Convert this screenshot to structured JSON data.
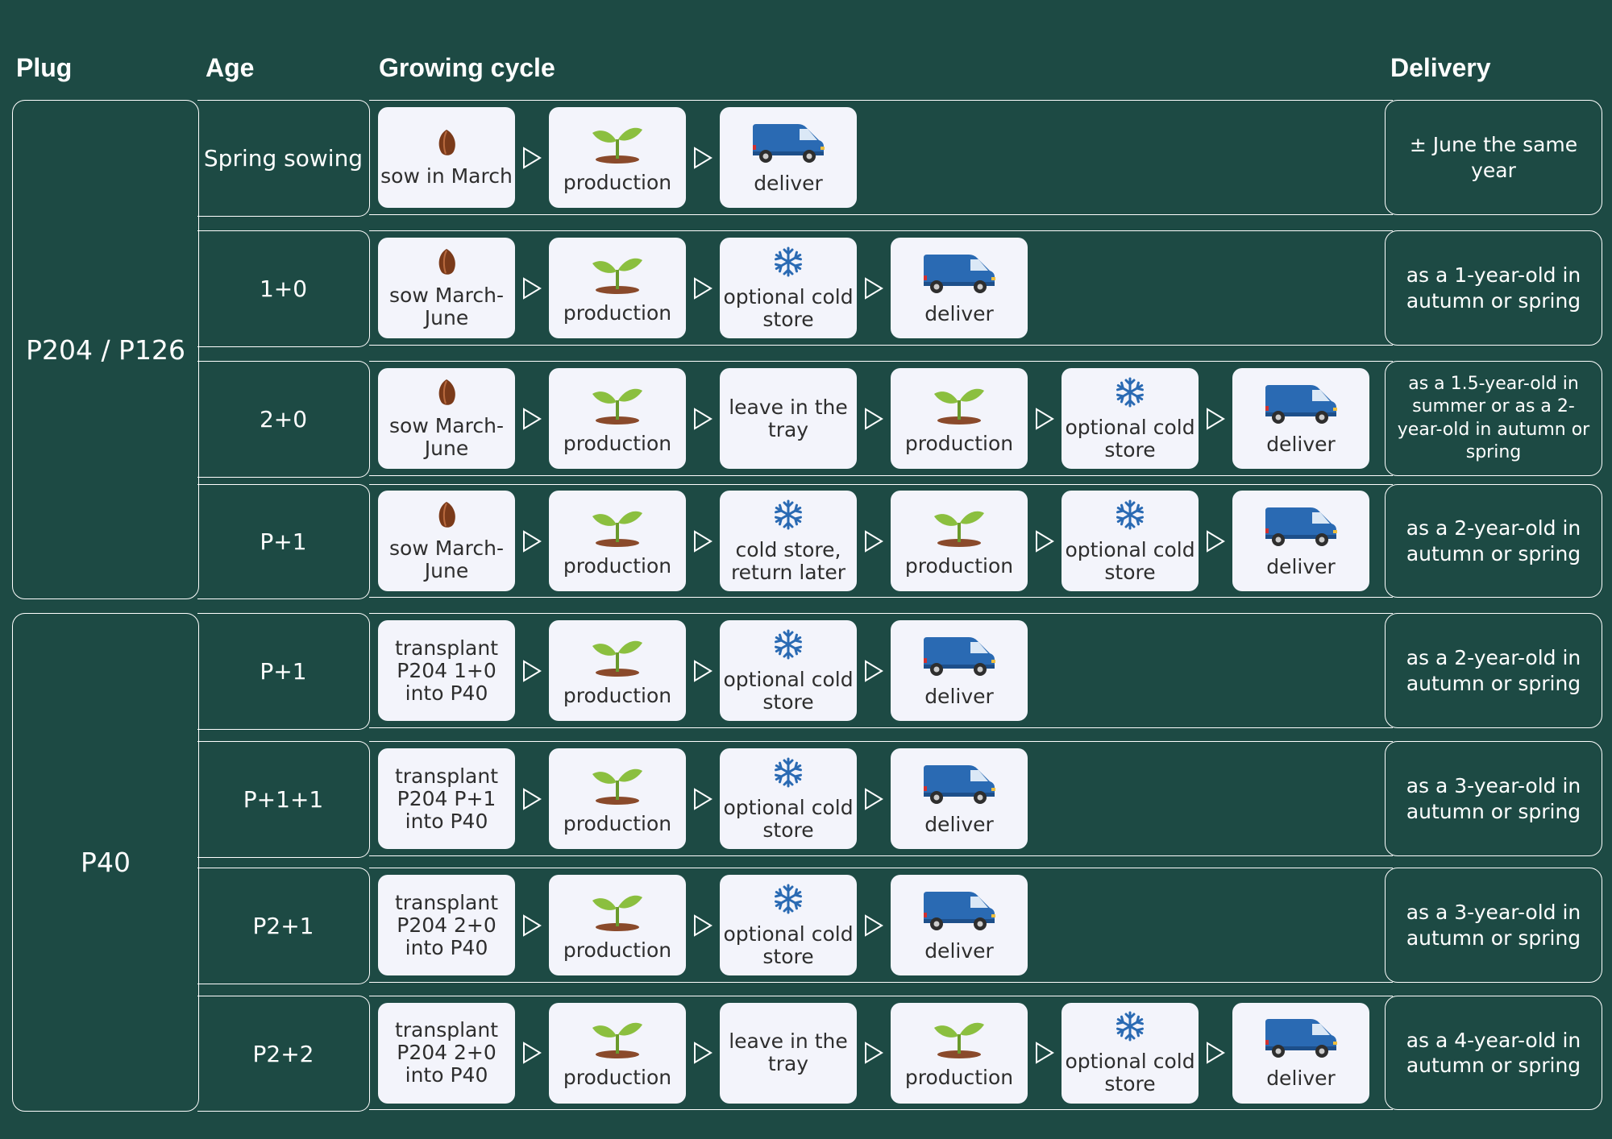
{
  "headers": {
    "plug": "Plug",
    "age": "Age",
    "cycle": "Growing cycle",
    "delivery": "Delivery"
  },
  "groups": [
    {
      "plug": "P204 / P126"
    },
    {
      "plug": "P40"
    }
  ],
  "rows": [
    {
      "age": "Spring sowing",
      "steps": [
        {
          "icon": "seed-icon",
          "label": "sow in March"
        },
        {
          "icon": "seedling-icon",
          "label": "production"
        },
        {
          "icon": "van-icon",
          "label": "deliver"
        }
      ],
      "delivery": "± June the same year"
    },
    {
      "age": "1+0",
      "steps": [
        {
          "icon": "seed-icon",
          "label": "sow March-June"
        },
        {
          "icon": "seedling-icon",
          "label": "production"
        },
        {
          "icon": "snowflake-icon",
          "label": "optional cold store"
        },
        {
          "icon": "van-icon",
          "label": "deliver"
        }
      ],
      "delivery": "as a 1-year-old in autumn or spring"
    },
    {
      "age": "2+0",
      "steps": [
        {
          "icon": "seed-icon",
          "label": "sow March-June"
        },
        {
          "icon": "seedling-icon",
          "label": "production"
        },
        {
          "icon": "",
          "label": "leave in the tray"
        },
        {
          "icon": "seedling-icon",
          "label": "production"
        },
        {
          "icon": "snowflake-icon",
          "label": "optional cold store"
        },
        {
          "icon": "van-icon",
          "label": "deliver"
        }
      ],
      "delivery": "as a 1.5-year-old in summer or as a 2-year-old in autumn or spring"
    },
    {
      "age": "P+1",
      "steps": [
        {
          "icon": "seed-icon",
          "label": "sow March-June"
        },
        {
          "icon": "seedling-icon",
          "label": "production"
        },
        {
          "icon": "snowflake-icon",
          "label": "cold store, return later"
        },
        {
          "icon": "seedling-icon",
          "label": "production"
        },
        {
          "icon": "snowflake-icon",
          "label": "optional cold store"
        },
        {
          "icon": "van-icon",
          "label": "deliver"
        }
      ],
      "delivery": "as a 2-year-old in autumn or spring"
    },
    {
      "age": "P+1",
      "steps": [
        {
          "icon": "",
          "label": "transplant P204 1+0 into P40"
        },
        {
          "icon": "seedling-icon",
          "label": "production"
        },
        {
          "icon": "snowflake-icon",
          "label": "optional cold store"
        },
        {
          "icon": "van-icon",
          "label": "deliver"
        }
      ],
      "delivery": "as a 2-year-old in autumn or spring"
    },
    {
      "age": "P+1+1",
      "steps": [
        {
          "icon": "",
          "label": "transplant P204 P+1 into P40"
        },
        {
          "icon": "seedling-icon",
          "label": "production"
        },
        {
          "icon": "snowflake-icon",
          "label": "optional cold store"
        },
        {
          "icon": "van-icon",
          "label": "deliver"
        }
      ],
      "delivery": "as a 3-year-old in autumn or spring"
    },
    {
      "age": "P2+1",
      "steps": [
        {
          "icon": "",
          "label": "transplant P204 2+0 into P40"
        },
        {
          "icon": "seedling-icon",
          "label": "production"
        },
        {
          "icon": "snowflake-icon",
          "label": "optional cold store"
        },
        {
          "icon": "van-icon",
          "label": "deliver"
        }
      ],
      "delivery": "as a 3-year-old in autumn or spring"
    },
    {
      "age": "P2+2",
      "steps": [
        {
          "icon": "",
          "label": "transplant P204 2+0 into P40"
        },
        {
          "icon": "seedling-icon",
          "label": "production"
        },
        {
          "icon": "",
          "label": "leave in the tray"
        },
        {
          "icon": "seedling-icon",
          "label": "production"
        },
        {
          "icon": "snowflake-icon",
          "label": "optional cold store"
        },
        {
          "icon": "van-icon",
          "label": "deliver"
        }
      ],
      "delivery": "as a 4-year-old in autumn or spring"
    }
  ],
  "colors": {
    "background": "#1d4a44",
    "card": "#f3f4fb",
    "van": "#2a6ab3",
    "snowflake": "#2a6ab3",
    "leaf": "#8bbf3f",
    "soil": "#8a4a2b",
    "seed": "#7a3a1a"
  }
}
